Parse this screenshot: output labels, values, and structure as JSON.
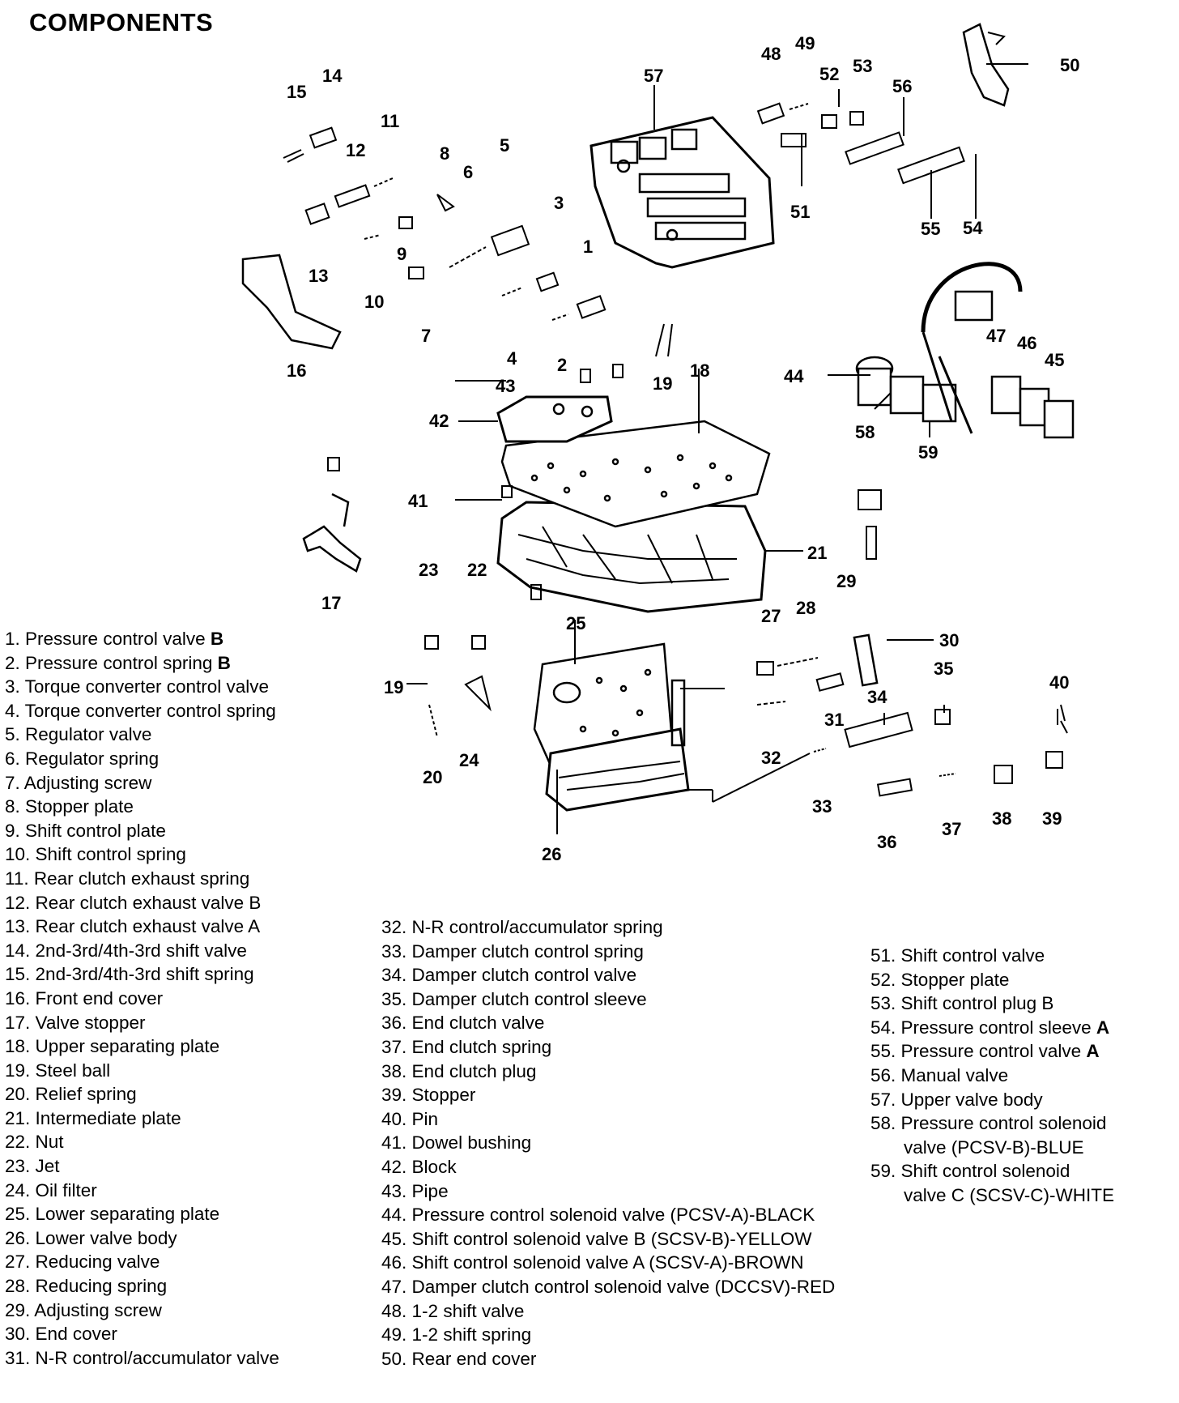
{
  "title": "COMPONENTS",
  "callouts": [
    "1",
    "2",
    "3",
    "4",
    "5",
    "6",
    "7",
    "8",
    "9",
    "10",
    "11",
    "12",
    "13",
    "14",
    "15",
    "16",
    "17",
    "18",
    "19",
    "19",
    "20",
    "21",
    "22",
    "23",
    "24",
    "25",
    "26",
    "27",
    "28",
    "29",
    "30",
    "31",
    "32",
    "33",
    "34",
    "35",
    "36",
    "37",
    "38",
    "39",
    "40",
    "41",
    "42",
    "43",
    "44",
    "45",
    "46",
    "47",
    "48",
    "49",
    "50",
    "51",
    "52",
    "53",
    "54",
    "55",
    "56",
    "57",
    "58",
    "59"
  ],
  "legend": {
    "col1": [
      {
        "num": "1.",
        "text": "Pressure control valve",
        "suffix": "B"
      },
      {
        "num": "2.",
        "text": "Pressure control spring",
        "suffix": "B"
      },
      {
        "num": "3.",
        "text": "Torque converter control valve"
      },
      {
        "num": "4.",
        "text": "Torque converter control spring"
      },
      {
        "num": "5.",
        "text": "Regulator valve"
      },
      {
        "num": "6.",
        "text": "Regulator spring"
      },
      {
        "num": "7.",
        "text": "Adjusting screw"
      },
      {
        "num": "8.",
        "text": "Stopper plate"
      },
      {
        "num": "9.",
        "text": "Shift control plate"
      },
      {
        "num": "10.",
        "text": "Shift control spring"
      },
      {
        "num": "11.",
        "text": "Rear clutch exhaust spring"
      },
      {
        "num": "12.",
        "text": "Rear clutch exhaust valve B"
      },
      {
        "num": "13.",
        "text": "Rear clutch exhaust valve A"
      },
      {
        "num": "14.",
        "text": "2nd-3rd/4th-3rd shift valve"
      },
      {
        "num": "15.",
        "text": "2nd-3rd/4th-3rd shift spring"
      },
      {
        "num": "16.",
        "text": "Front end cover"
      },
      {
        "num": "17.",
        "text": "Valve stopper"
      },
      {
        "num": "18.",
        "text": "Upper separating plate"
      },
      {
        "num": "19.",
        "text": "Steel ball"
      },
      {
        "num": "20.",
        "text": "Relief spring"
      },
      {
        "num": "21.",
        "text": "Intermediate plate"
      },
      {
        "num": "22.",
        "text": "Nut"
      },
      {
        "num": "23.",
        "text": "Jet"
      },
      {
        "num": "24.",
        "text": "Oil filter"
      },
      {
        "num": "25.",
        "text": "Lower separating plate"
      },
      {
        "num": "26.",
        "text": "Lower valve body"
      },
      {
        "num": "27.",
        "text": "Reducing valve"
      },
      {
        "num": "28.",
        "text": "Reducing spring"
      },
      {
        "num": "29.",
        "text": "Adjusting screw"
      },
      {
        "num": "30.",
        "text": "End cover"
      },
      {
        "num": "31.",
        "text": "N-R control/accumulator valve"
      }
    ],
    "col2": [
      {
        "num": "32.",
        "text": "N-R control/accumulator spring"
      },
      {
        "num": "33.",
        "text": "Damper clutch control spring"
      },
      {
        "num": "34.",
        "text": "Damper clutch control valve"
      },
      {
        "num": "35.",
        "text": "Damper clutch control sleeve"
      },
      {
        "num": "36.",
        "text": "End clutch valve"
      },
      {
        "num": "37.",
        "text": "End clutch spring"
      },
      {
        "num": "38.",
        "text": "End clutch plug"
      },
      {
        "num": "39.",
        "text": "Stopper"
      },
      {
        "num": "40.",
        "text": "Pin"
      },
      {
        "num": "41.",
        "text": "Dowel bushing"
      },
      {
        "num": "42.",
        "text": "Block"
      },
      {
        "num": "43.",
        "text": "Pipe"
      },
      {
        "num": "44.",
        "text": "Pressure control solenoid valve (PCSV-A)-BLACK"
      },
      {
        "num": "45.",
        "text": "Shift control solenoid valve B (SCSV-B)-YELLOW"
      },
      {
        "num": "46.",
        "text": "Shift control solenoid valve A (SCSV-A)-BROWN"
      },
      {
        "num": "47.",
        "text": "Damper clutch control solenoid valve (DCCSV)-RED"
      },
      {
        "num": "48.",
        "text": "1-2 shift valve"
      },
      {
        "num": "49.",
        "text": "1-2 shift spring"
      },
      {
        "num": "50.",
        "text": "Rear end cover"
      }
    ],
    "col3": [
      {
        "num": "51.",
        "text": "Shift control valve"
      },
      {
        "num": "52.",
        "text": "Stopper plate"
      },
      {
        "num": "53.",
        "text": "Shift control plug B"
      },
      {
        "num": "54.",
        "text": "Pressure control sleeve",
        "suffix": "A"
      },
      {
        "num": "55.",
        "text": "Pressure control valve",
        "suffix": "A"
      },
      {
        "num": "56.",
        "text": "Manual valve"
      },
      {
        "num": "57.",
        "text": "Upper valve body"
      },
      {
        "num": "58.",
        "text": "Pressure control solenoid",
        "cont": "valve (PCSV-B)-BLUE"
      },
      {
        "num": "59.",
        "text": "Shift control solenoid",
        "cont": "valve C (SCSV-C)-WHITE"
      }
    ]
  }
}
